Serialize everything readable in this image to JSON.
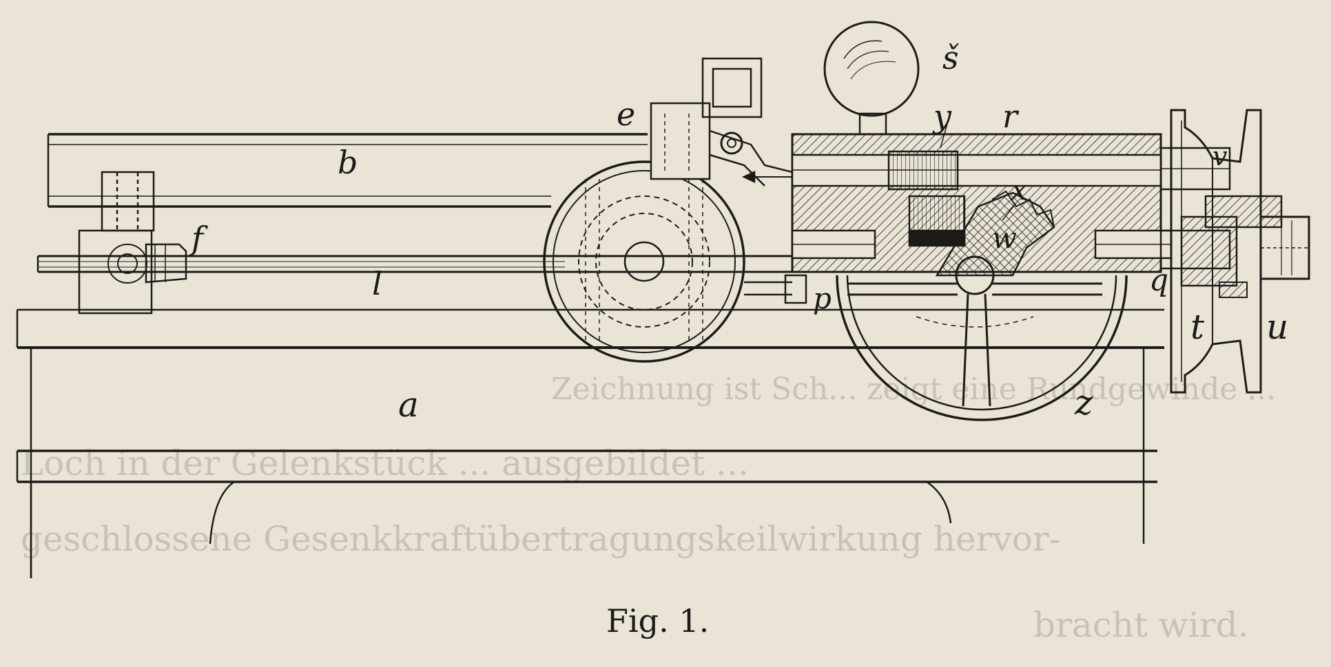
{
  "figure": {
    "caption": "Fig. 1.",
    "labels": {
      "a": "a",
      "b": "b",
      "e": "e",
      "f": "f",
      "l": "l",
      "p": "p",
      "q": "q",
      "r": "r",
      "s": "š",
      "t": "t",
      "u": "u",
      "v": "v",
      "w": "w",
      "x": "x",
      "y": "y",
      "z": "z"
    }
  },
  "bleed_through": {
    "line1": "Zeichnung ist Sch... zeigt eine Rundgewinde ...",
    "line2": "Loch in der Gelenkstück ... ausgebildet ...",
    "line3": "geschlossene Gesenkkraftübertragungskeilwirkung hervor-",
    "line4": "bracht wird."
  },
  "colors": {
    "paper": "#e9e4d6",
    "ink": "#1d1b18"
  }
}
